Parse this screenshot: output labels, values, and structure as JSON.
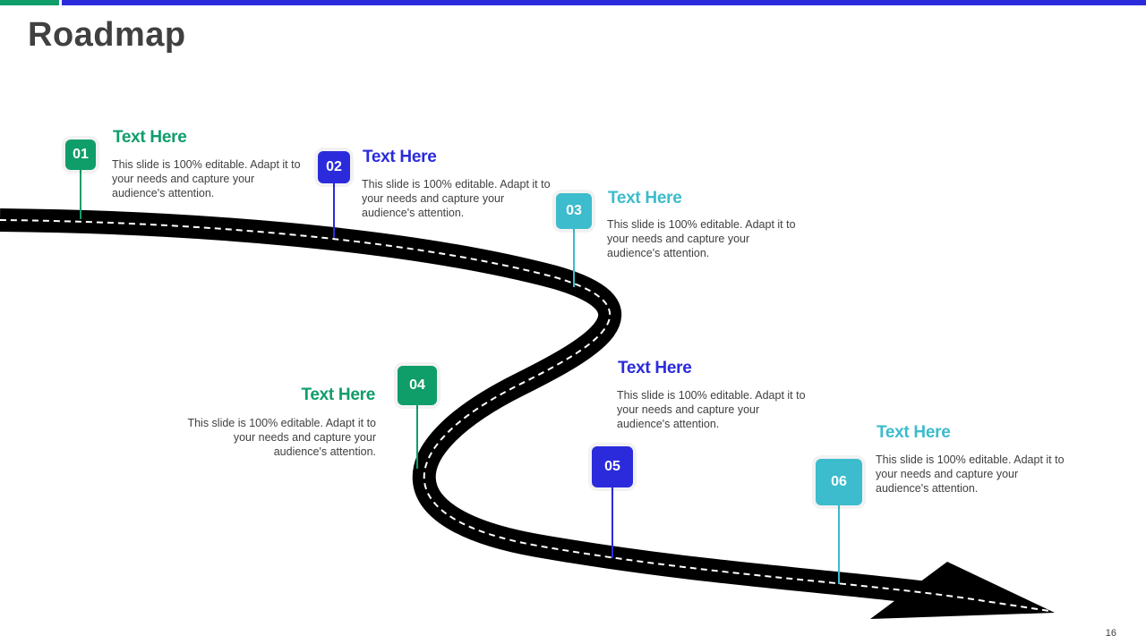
{
  "title": "Roadmap",
  "page_number": "16",
  "colors": {
    "green": "#0f9d6a",
    "blue": "#2b2bdc",
    "teal": "#3cbccc",
    "road": "#000000",
    "text": "#404040"
  },
  "milestones": [
    {
      "number": "01",
      "heading": "Text Here",
      "description": "This slide is 100% editable. Adapt it to your needs and capture your audience's attention.",
      "color": "green"
    },
    {
      "number": "02",
      "heading": "Text Here",
      "description": "This slide is 100% editable. Adapt it to your needs and capture your audience's attention.",
      "color": "blue"
    },
    {
      "number": "03",
      "heading": "Text Here",
      "description": "This slide is 100% editable. Adapt it to your needs and capture your audience's attention.",
      "color": "teal"
    },
    {
      "number": "04",
      "heading": "Text Here",
      "description": "This slide is 100% editable. Adapt it to your needs and capture your audience's attention.",
      "color": "green"
    },
    {
      "number": "05",
      "heading": "Text Here",
      "description": "This slide is 100% editable. Adapt it to your needs and capture your audience's attention.",
      "color": "blue"
    },
    {
      "number": "06",
      "heading": "Text Here",
      "description": "This slide is 100% editable. Adapt it to your needs and capture your audience's attention.",
      "color": "teal"
    }
  ]
}
